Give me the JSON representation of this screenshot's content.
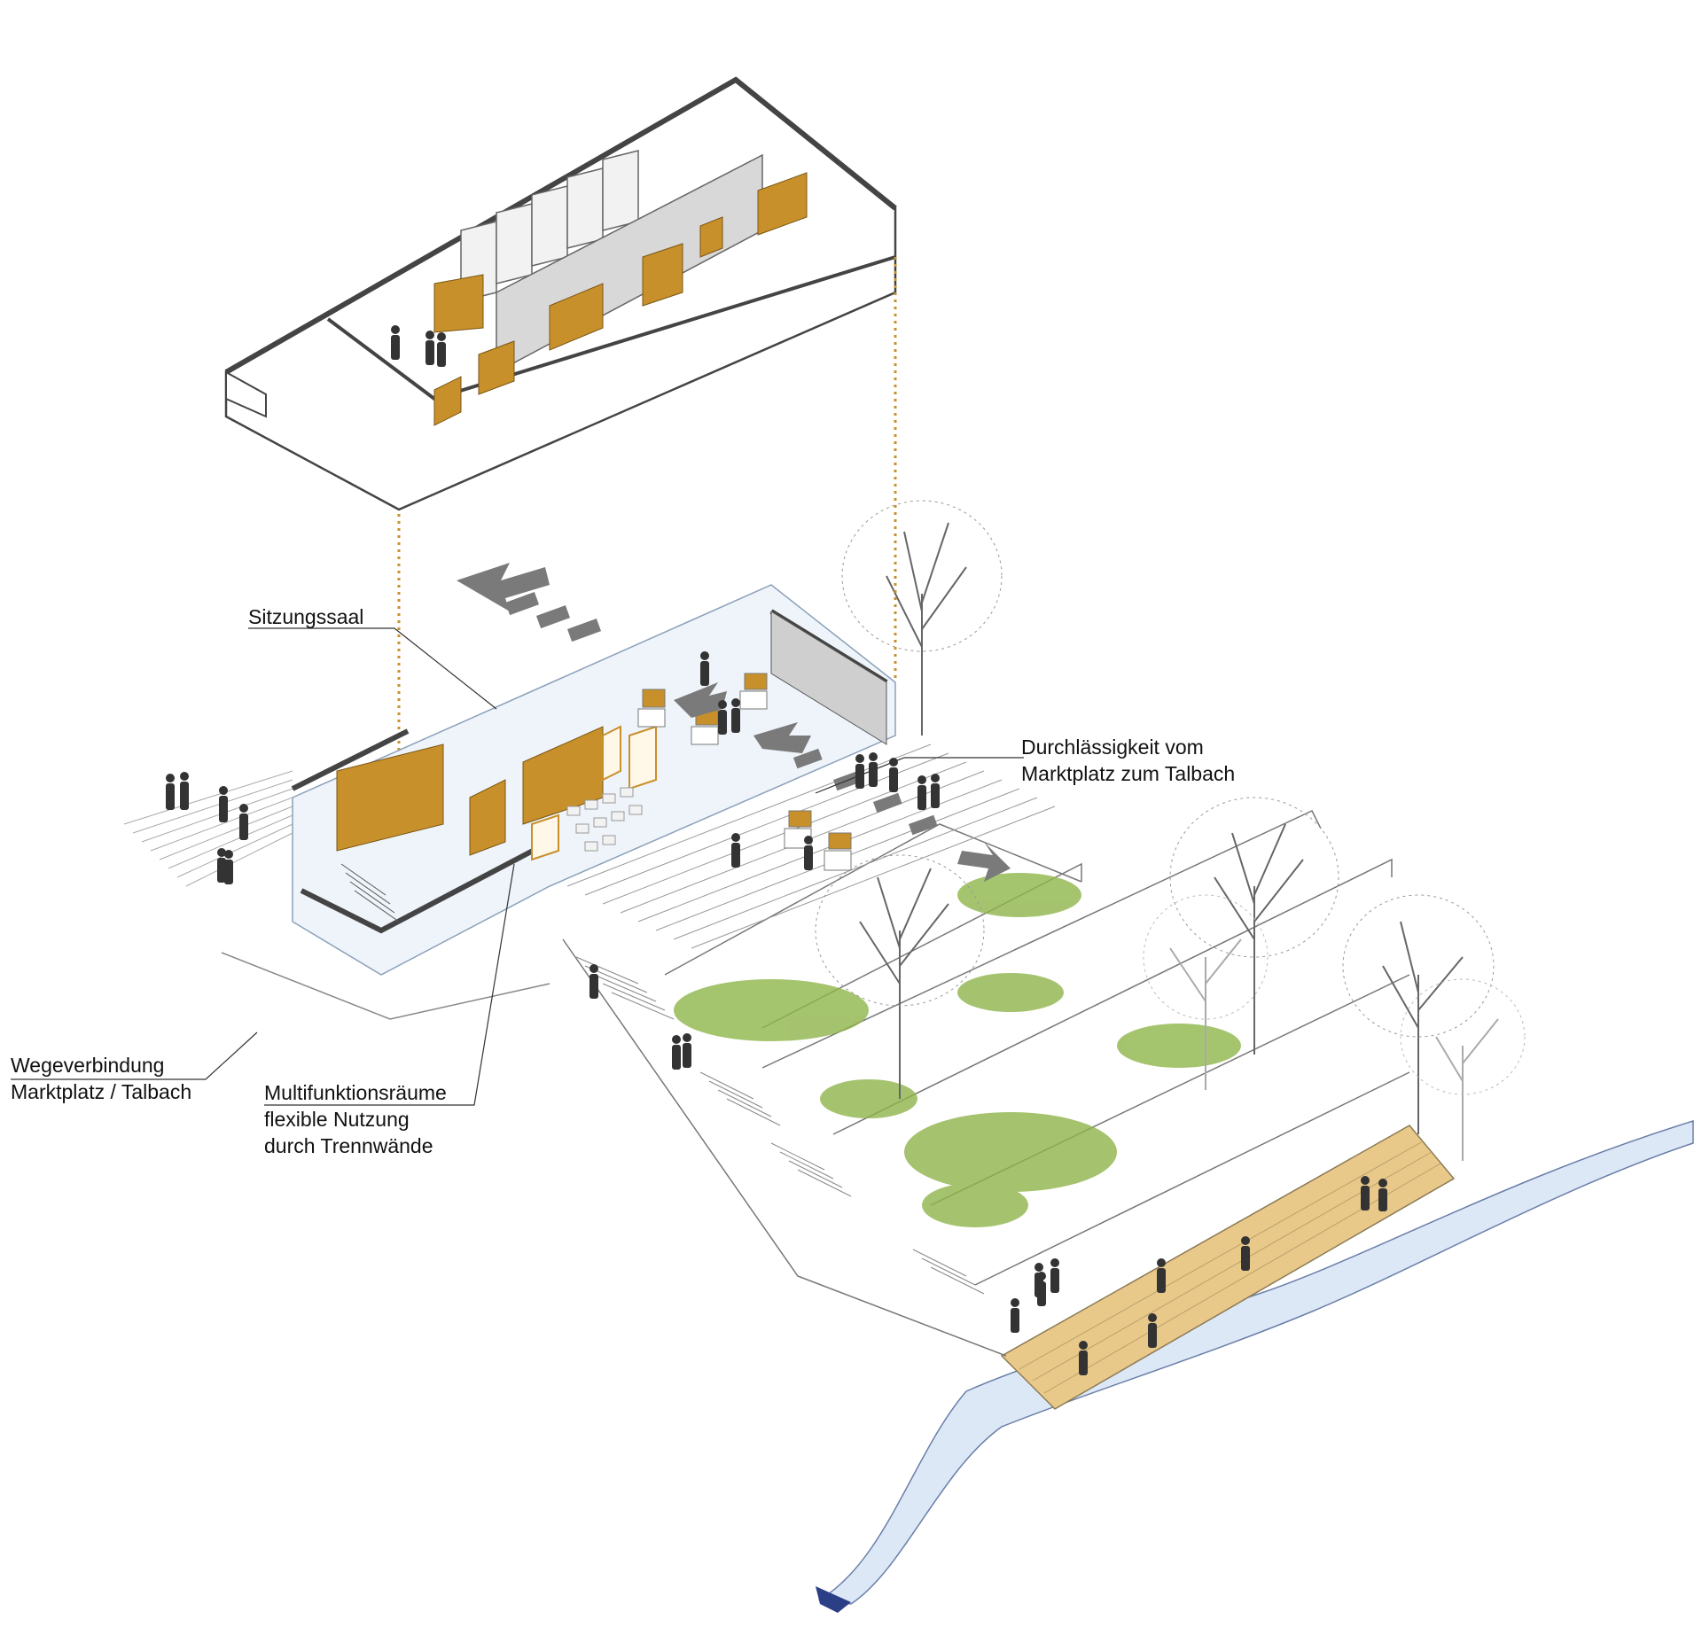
{
  "labels": {
    "sitzungssaal": "Sitzungssaal",
    "durchlaessigkeit": [
      "Durchlässigkeit vom",
      "Marktplatz zum Talbach"
    ],
    "wegeverbindung": [
      "Wegeverbindung",
      "Marktplatz / Talbach"
    ],
    "multifunktion": [
      "Multifunktionsräume",
      "flexible Nutzung",
      "durch Trennwände"
    ]
  },
  "colors": {
    "background": "#ffffff",
    "line": "#555555",
    "wall_dark": "#4a4a4a",
    "accent_ochre": "#c8902a",
    "guide_dotted": "#c8902a",
    "glass": "#d8e8f4",
    "arrow_grey": "#7a7a7a",
    "grass": "#8fb54a",
    "deck_wood": "#e8c98a",
    "water": "#dde8f7",
    "tree": "#666666",
    "tree_light": "#aaaaaa",
    "people": "#333333"
  }
}
